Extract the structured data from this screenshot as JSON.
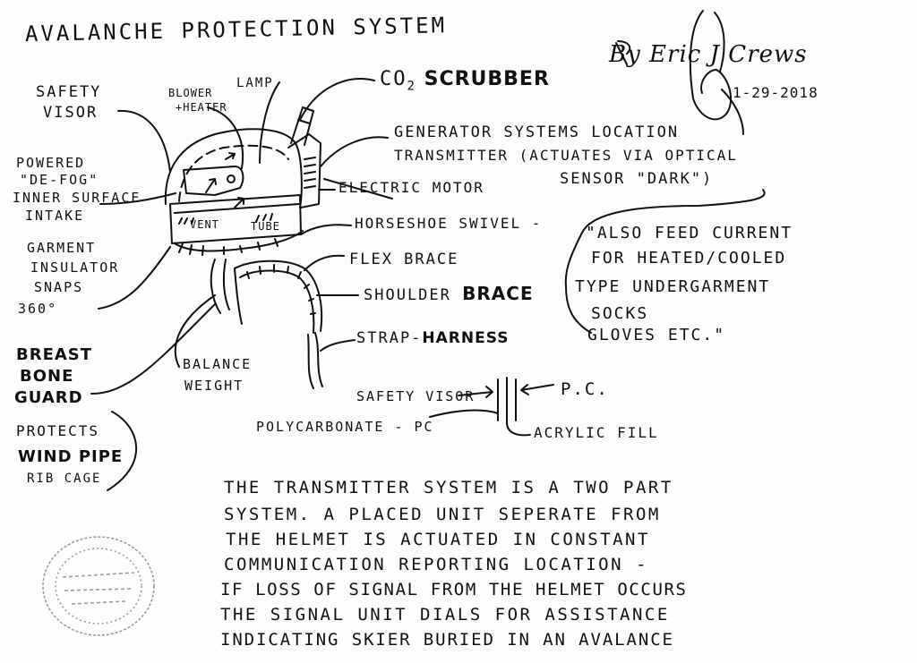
{
  "title": "AVALANCHE PROTECTION SYSTEM",
  "signature": {
    "name": "By Eric J Crews",
    "date": "1-29-2018"
  },
  "labels": {
    "safety_visor_1": "SAFETY",
    "safety_visor_2": "VISOR",
    "blower_1": "BLOWER",
    "blower_2": "+HEATER",
    "lamp": "LAMP",
    "co2_main": "CO",
    "co2_sub": "2",
    "co2_rest": " SCRUBBER",
    "defog_1": "POWERED",
    "defog_2": "\"DE-FOG\"",
    "defog_3": "INNER SURFACE",
    "defog_4": "INTAKE",
    "generator_1": "GENERATOR SYSTEMS LOCATION",
    "generator_2": "TRANSMITTER (ACTUATES VIA OPTICAL",
    "generator_3": "SENSOR \"DARK\")",
    "electric_motor": "ELECTRIC MOTOR",
    "vent": "VENT",
    "tube": "TUBE",
    "horseshoe": "HORSESHOE SWIVEL -",
    "garment_1": "GARMENT",
    "garment_2": "INSULATOR",
    "garment_3": "SNAPS",
    "garment_4": "360°",
    "flex_brace": "FLEX BRACE",
    "shoulder": "SHOULDER",
    "shoulder_brace": "BRACE",
    "strap": "STRAP-",
    "harness": "HARNESS",
    "breast_1": "BREAST",
    "breast_2": "BONE",
    "breast_3": "GUARD",
    "balance_1": "BALANCE",
    "balance_2": "WEIGHT",
    "protects_1": "PROTECTS",
    "protects_2": "WIND PIPE",
    "protects_3": "RIB CAGE",
    "safety_visor_pc": "SAFETY VISOR",
    "pc": "P.C.",
    "polycarbonate": "POLYCARBONATE - PC",
    "acrylic": "ACRYLIC FILL"
  },
  "note": {
    "line1": "\"ALSO FEED CURRENT",
    "line2": "FOR HEATED/COOLED",
    "line3": "TYPE UNDERGARMENT",
    "line4": "SOCKS",
    "line5": "GLOVES ETC.\""
  },
  "description": {
    "line1": "THE TRANSMITTER SYSTEM IS A TWO PART",
    "line2": "SYSTEM. A PLACED UNIT SEPERATE FROM",
    "line3": "THE HELMET IS ACTUATED IN CONSTANT",
    "line4": "COMMUNICATION REPORTING LOCATION -",
    "line5": "IF LOSS OF SIGNAL FROM THE HELMET OCCURS",
    "line6": "THE SIGNAL UNIT DIALS FOR ASSISTANCE",
    "line7": "INDICATING SKIER BURIED IN AN AVALANCE"
  },
  "colors": {
    "ink": "#111111",
    "paper": "#fdfdfc",
    "stamp": "#9a9a9a"
  }
}
